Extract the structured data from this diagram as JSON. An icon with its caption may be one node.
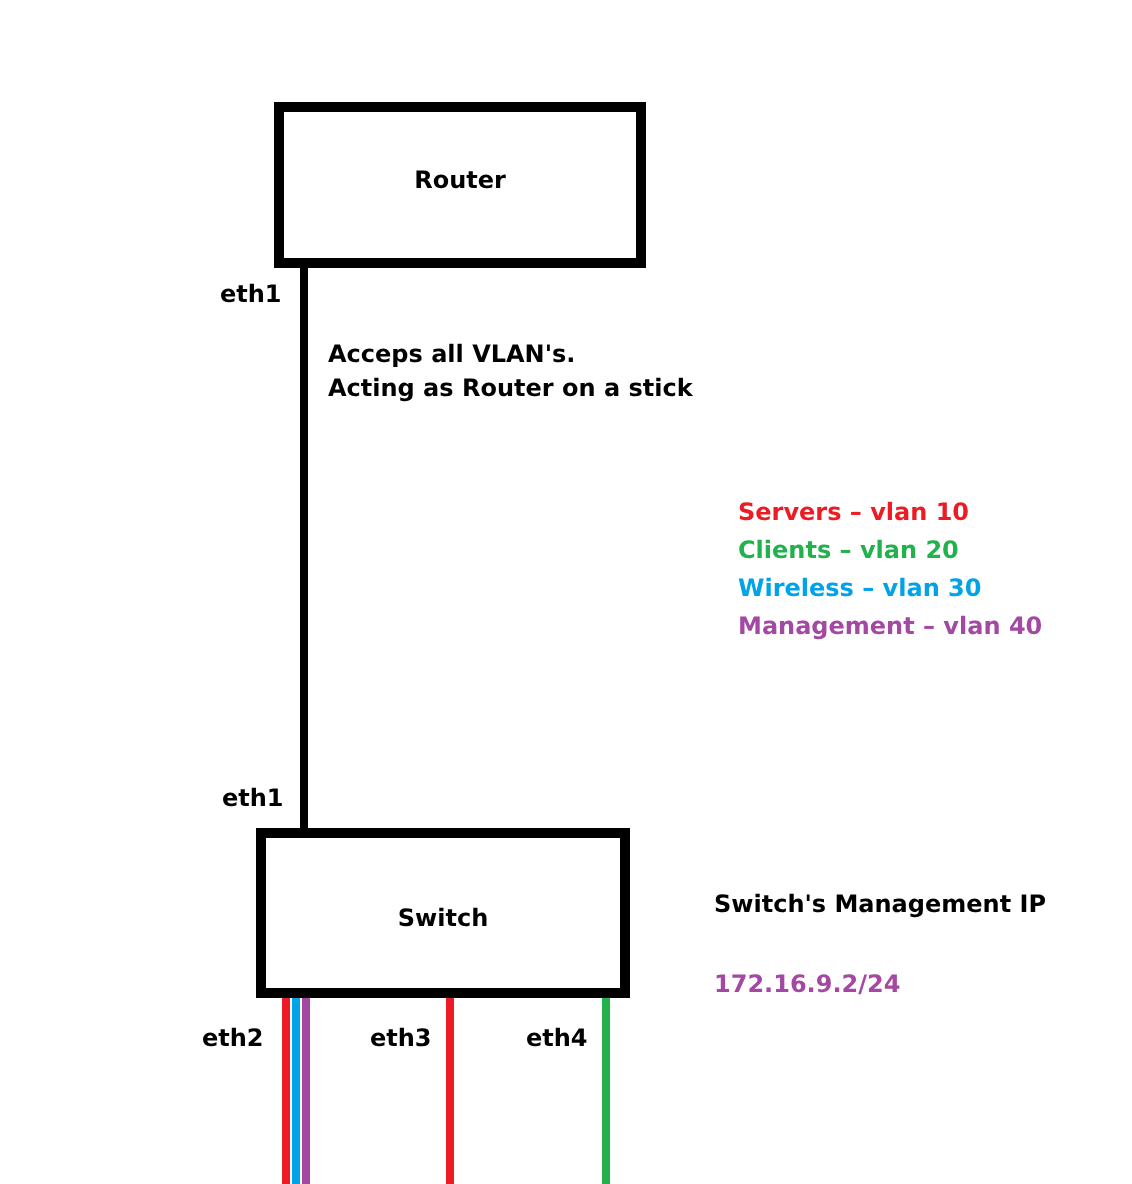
{
  "diagram": {
    "nodes": [
      {
        "text": [
          "Router"
        ]
      },
      {
        "text": [
          "Switch"
        ]
      }
    ],
    "edges": [
      {
        "from": 0,
        "to": 1,
        "arrow": "none",
        "color": "#000000"
      },
      {
        "from": 1,
        "to": null,
        "arrow": "none",
        "color": "#ed1c24"
      },
      {
        "from": 1,
        "to": null,
        "arrow": "none",
        "color": "#00a2e8"
      },
      {
        "from": 1,
        "to": null,
        "arrow": "none",
        "color": "#a349a4"
      },
      {
        "from": 1,
        "to": null,
        "arrow": "none",
        "color": "#ed1c24"
      },
      {
        "from": 1,
        "to": null,
        "arrow": "none",
        "color": "#22b14c"
      }
    ],
    "labels": [
      "eth1",
      "Acceps all VLAN's.",
      "Acting as Router on a stick",
      "eth1",
      "Switch's Management IP",
      "172.16.9.2/24",
      "eth2",
      "eth3",
      "eth4"
    ],
    "legend": [
      {
        "text": "Servers – vlan 10",
        "color": "#ed1c24"
      },
      {
        "text": "Clients – vlan 20",
        "color": "#22b14c"
      },
      {
        "text": "Wireless – vlan 30",
        "color": "#00a2e8"
      },
      {
        "text": "Management – vlan 40",
        "color": "#a349a4"
      }
    ]
  }
}
